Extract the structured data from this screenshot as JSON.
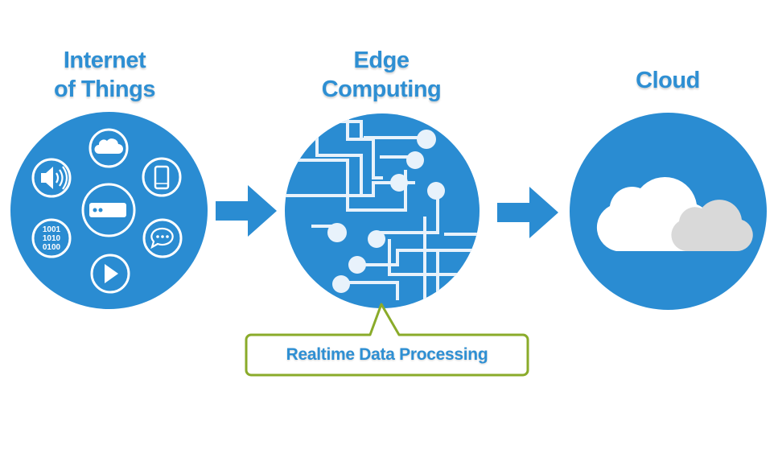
{
  "stages": {
    "iot": {
      "title_line1": "Internet",
      "title_line2": "of Things"
    },
    "edge": {
      "title_line1": "Edge",
      "title_line2": "Computing"
    },
    "cloud": {
      "title": "Cloud"
    }
  },
  "callout": {
    "label": "Realtime Data Processing"
  },
  "iot_icons": {
    "binary_line1": "1001",
    "binary_line2": "1010",
    "binary_line3": "0100",
    "names": [
      "cloud-icon",
      "phone-icon",
      "chat-bubble-icon",
      "play-icon",
      "binary-data-icon",
      "speaker-icon",
      "router-device-icon"
    ]
  },
  "colors": {
    "primary_blue": "#2a8cd2",
    "title_blue": "#2e8fd3",
    "callout_border": "#8aab2a",
    "cloud_white": "#ffffff",
    "cloud_gray": "#d9d9d9"
  }
}
